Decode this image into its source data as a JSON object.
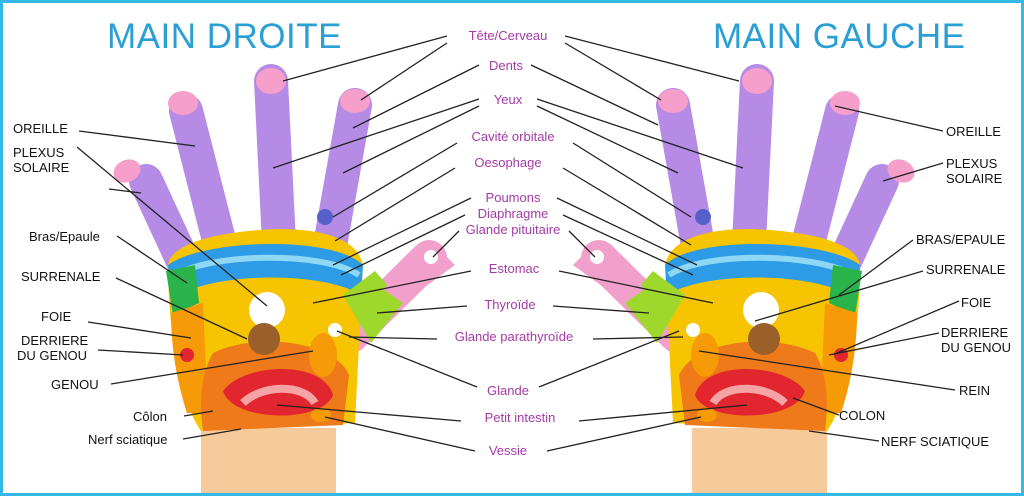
{
  "titles": {
    "right_hand": "MAIN DROITE",
    "left_hand": "MAIN GAUCHE"
  },
  "center_labels": [
    "Tête/Cerveau",
    "Dents",
    "Yeux",
    "Cavité orbitale",
    "Oesophage",
    "Poumons",
    "Diaphragme",
    "Glande pituitaire",
    "Estomac",
    "Thyroïde",
    "Glande parathyroïde",
    "Glande",
    "Petit intestin",
    "Vessie"
  ],
  "left_labels": {
    "oreille": "OREILLE",
    "plexus_1": "PLEXUS",
    "plexus_2": "SOLAIRE",
    "bras": "Bras/Epaule",
    "surrenale": "SURRENALE",
    "foie": "FOIE",
    "derriere_1": "DERRIERE",
    "derriere_2": "DU GENOU",
    "genou": "GENOU",
    "colon": "Côlon",
    "nerf": "Nerf sciatique"
  },
  "right_labels": {
    "oreille": "OREILLE",
    "plexus_1": "PLEXUS",
    "plexus_2": "SOLAIRE",
    "bras": "BRAS/EPAULE",
    "surrenale": "SURRENALE",
    "foie": "FOIE",
    "derriere_1": "DERRIERE",
    "derriere_2": "DU GENOU",
    "rein": "REIN",
    "colon": "COLON",
    "nerf": "NERF SCIATIQUE"
  },
  "colors": {
    "title": "#2a9fd6",
    "center_text": "#a63aa6",
    "border": "#35b7e8"
  }
}
